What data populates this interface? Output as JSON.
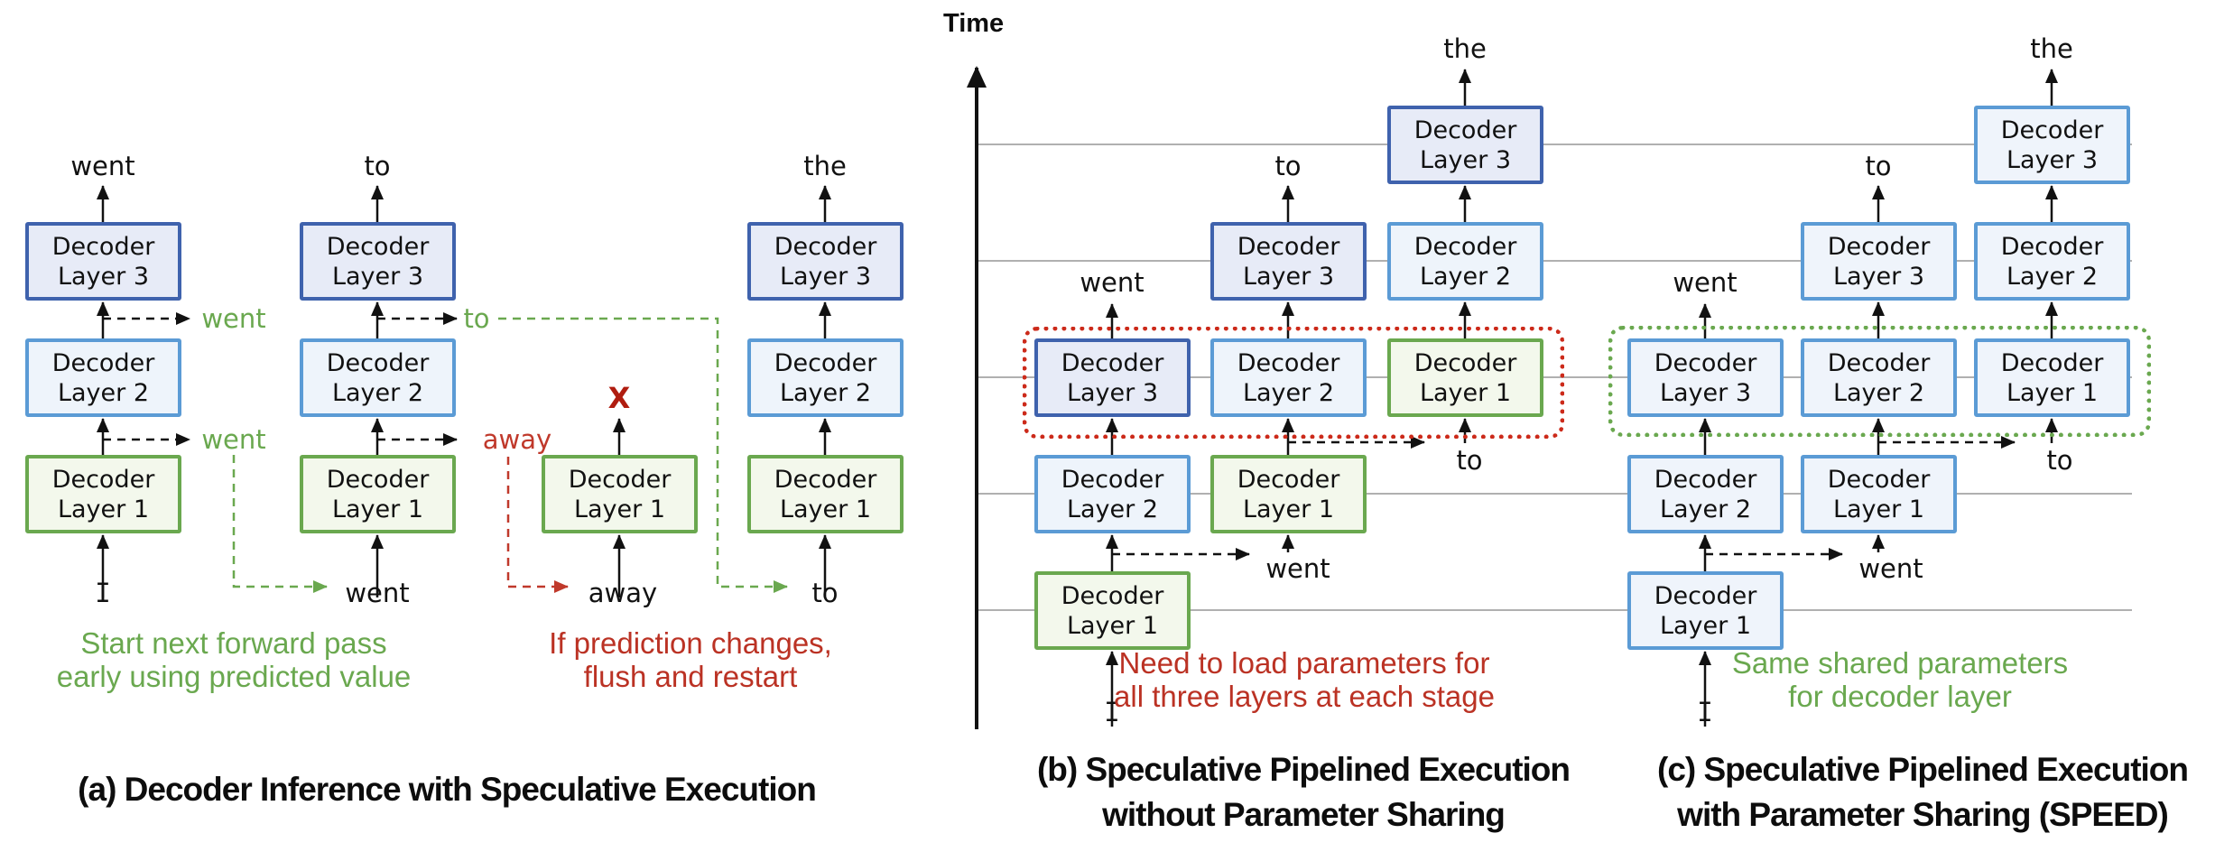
{
  "figure": "Speculative pipelined decoder execution diagram",
  "tokens": {
    "i": "I",
    "went": "went",
    "to": "to",
    "away": "away",
    "the": "the",
    "reject_x": "X"
  },
  "box_lines": {
    "l1": [
      "Decoder",
      "Layer 1"
    ],
    "l2": [
      "Decoder",
      "Layer 2"
    ],
    "l3": [
      "Decoder",
      "Layer 3"
    ]
  },
  "time_axis_label": "Time",
  "panel_a": {
    "caption": "(a) Decoder Inference with Speculative Execution",
    "note_green": [
      "Start next forward pass",
      "early using predicted value"
    ],
    "note_red": [
      "If prediction changes,",
      "flush and restart"
    ]
  },
  "panel_b": {
    "caption": [
      "(b) Speculative Pipelined Execution",
      "without Parameter Sharing"
    ],
    "note_red": [
      "Need to load parameters for",
      "all three layers at each stage"
    ]
  },
  "panel_c": {
    "caption": [
      "(c) Speculative Pipelined Execution",
      "with Parameter Sharing (SPEED)"
    ],
    "note_green": [
      "Same shared parameters",
      "for decoder layer"
    ]
  },
  "colors": {
    "layer1_border": "#6aa84f",
    "layer1_fill": "#f3f8ec",
    "layer2_border": "#5b9bd5",
    "layer2_fill": "#eef4fb",
    "layer3_border": "#3f62ad",
    "layer3_fill": "#e7ebf7",
    "shared_border": "#5b9bd5",
    "shared_fill": "#eff4fb",
    "green_text": "#6aa84f",
    "red_text": "#c0392b",
    "reject_x": "#b01d10",
    "red_dotted_box": "#cc2a1a",
    "green_dotted_box": "#6aa84f",
    "gridline": "#b0b0b0",
    "arrow": "#111111"
  }
}
